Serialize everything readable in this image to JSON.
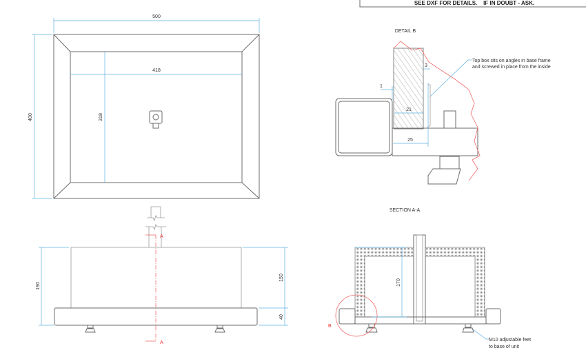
{
  "header": {
    "note": "SEE DXF FOR DETAILS.    IF IN DOUBT - ASK."
  },
  "top_view": {
    "dim_width": "500",
    "dim_depth": "400",
    "dim_inner_width": "418",
    "dim_inner_depth": "318"
  },
  "front_view": {
    "dim_total_height": "190",
    "dim_box_height": "150",
    "dim_base_height": "40",
    "section_marker": "A"
  },
  "detail_b": {
    "title": "DETAIL B",
    "dim_1": "1",
    "dim_3": "3",
    "dim_21": "21",
    "dim_25": "25",
    "note_line1": "Top box sits on angles in base frame",
    "note_line2": "and screwed in place from the inside"
  },
  "section_aa": {
    "title": "SECTION A-A",
    "dim_170": "170",
    "detail_marker": "B",
    "note_line1": "M10 adjustable feet",
    "note_line2": "to base of unit"
  },
  "colors": {
    "dimension": "#5fb0e0",
    "section": "#f06a6a"
  }
}
